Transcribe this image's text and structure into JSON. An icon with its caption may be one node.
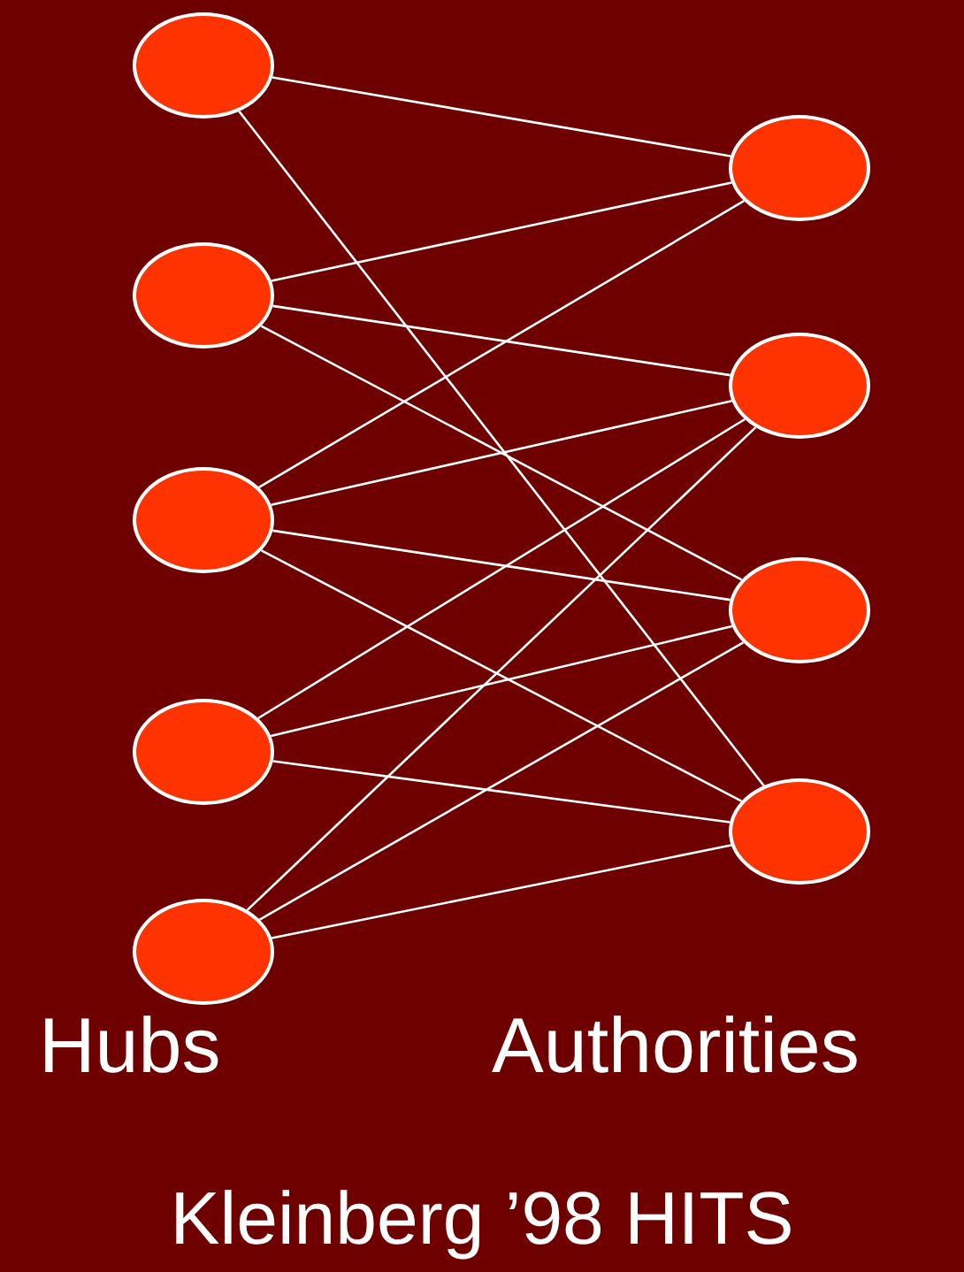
{
  "diagram": {
    "caption": "Kleinberg ’98 HITS",
    "nodes": [
      {
        "text": [],
        "shape": "circle"
      },
      {
        "text": [],
        "shape": "circle"
      },
      {
        "text": [],
        "shape": "circle"
      },
      {
        "text": [],
        "shape": "circle"
      },
      {
        "text": [],
        "shape": "circle"
      },
      {
        "text": [],
        "shape": "circle"
      },
      {
        "text": [],
        "shape": "circle"
      },
      {
        "text": [],
        "shape": "circle"
      },
      {
        "text": [],
        "shape": "circle"
      }
    ],
    "edges": [
      {
        "from": 0,
        "to": 5,
        "arrow": "none"
      },
      {
        "from": 0,
        "to": 8,
        "arrow": "none"
      },
      {
        "from": 1,
        "to": 5,
        "arrow": "none"
      },
      {
        "from": 1,
        "to": 6,
        "arrow": "none"
      },
      {
        "from": 1,
        "to": 7,
        "arrow": "none"
      },
      {
        "from": 2,
        "to": 5,
        "arrow": "none"
      },
      {
        "from": 2,
        "to": 6,
        "arrow": "none"
      },
      {
        "from": 2,
        "to": 7,
        "arrow": "none"
      },
      {
        "from": 2,
        "to": 8,
        "arrow": "none"
      },
      {
        "from": 3,
        "to": 6,
        "arrow": "none"
      },
      {
        "from": 3,
        "to": 7,
        "arrow": "none"
      },
      {
        "from": 3,
        "to": 8,
        "arrow": "none"
      },
      {
        "from": 4,
        "to": 6,
        "arrow": "none"
      },
      {
        "from": 4,
        "to": 7,
        "arrow": "none"
      },
      {
        "from": 4,
        "to": 8,
        "arrow": "none"
      }
    ],
    "labels": [
      "Hubs",
      "Authorities"
    ]
  }
}
